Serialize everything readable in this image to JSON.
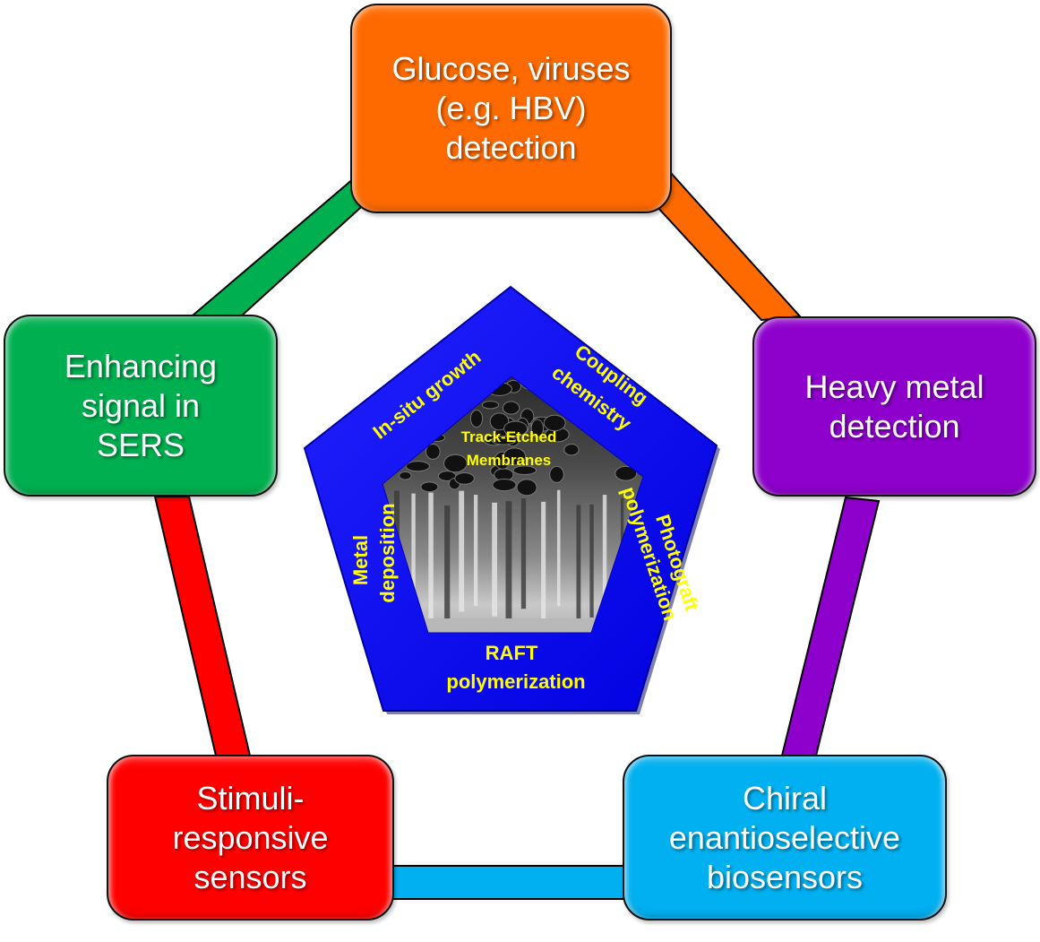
{
  "diagram": {
    "type": "cycle",
    "center": {
      "title": "Track-Etched Membranes",
      "title_lines": [
        "Track-Etched",
        "Membranes"
      ],
      "image": "SEM cross-section of porous membrane",
      "fill_color": "#0000ff",
      "text_color": "#ffff00",
      "methods": [
        {
          "id": "in-situ-growth",
          "lines": [
            "In-situ growth"
          ]
        },
        {
          "id": "coupling-chemistry",
          "lines": [
            "Coupling",
            "chemistry"
          ]
        },
        {
          "id": "photograft-polymerization",
          "lines": [
            "Photograft",
            "polymerization"
          ]
        },
        {
          "id": "raft-polymerization",
          "lines": [
            "RAFT",
            "polymerization"
          ]
        },
        {
          "id": "metal-deposition",
          "lines": [
            "Metal",
            "deposition"
          ]
        }
      ]
    },
    "applications": [
      {
        "id": "glucose",
        "label": "Glucose, viruses\n(e.g. HBV)\ndetection",
        "color": "#ff6a00"
      },
      {
        "id": "heavy",
        "label": "Heavy metal\ndetection",
        "color": "#8e00cc"
      },
      {
        "id": "chiral",
        "label": "Chiral\nenantioselective\nbiosensors",
        "color": "#00b0f0"
      },
      {
        "id": "stimuli",
        "label": "Stimuli-\nresponsive\nsensors",
        "color": "#ff0000"
      },
      {
        "id": "sers",
        "label": "Enhancing\nsignal in\nSERS",
        "color": "#00b050"
      }
    ],
    "connectors": [
      {
        "from": "sers",
        "to": "glucose",
        "color": "#00b050"
      },
      {
        "from": "glucose",
        "to": "heavy",
        "color": "#ff6a00"
      },
      {
        "from": "heavy",
        "to": "chiral",
        "color": "#8e00cc"
      },
      {
        "from": "chiral",
        "to": "stimuli",
        "color": "#00b0f0"
      },
      {
        "from": "stimuli",
        "to": "sers",
        "color": "#ff0000"
      }
    ]
  }
}
